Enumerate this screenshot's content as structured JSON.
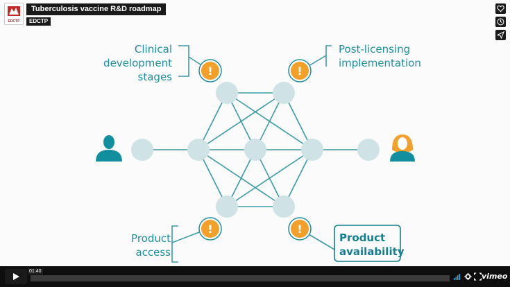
{
  "player": {
    "title": "Tuberculosis vaccine R&D roadmap",
    "byline": "EDCTP",
    "logo_text": "EDCTP",
    "current_time": "01:40",
    "progress": 0.0,
    "brand": "vimeo",
    "side_buttons": [
      {
        "name": "like-button",
        "icon": "heart-icon"
      },
      {
        "name": "watch-later-button",
        "icon": "clock-icon"
      },
      {
        "name": "share-button",
        "icon": "send-icon"
      }
    ]
  },
  "diagram": {
    "labels": {
      "clinical": [
        "Clinical",
        "development",
        "stages"
      ],
      "post_licensing": [
        "Post-licensing",
        "implementation"
      ],
      "product_access": [
        "Product",
        "access"
      ],
      "product_availability": [
        "Product",
        "availability"
      ]
    },
    "alert_symbol": "!",
    "colors": {
      "teal": "#1f8fa0",
      "node": "#cfe3e6",
      "orange": "#f3a02a",
      "person": "#128f9e"
    }
  }
}
